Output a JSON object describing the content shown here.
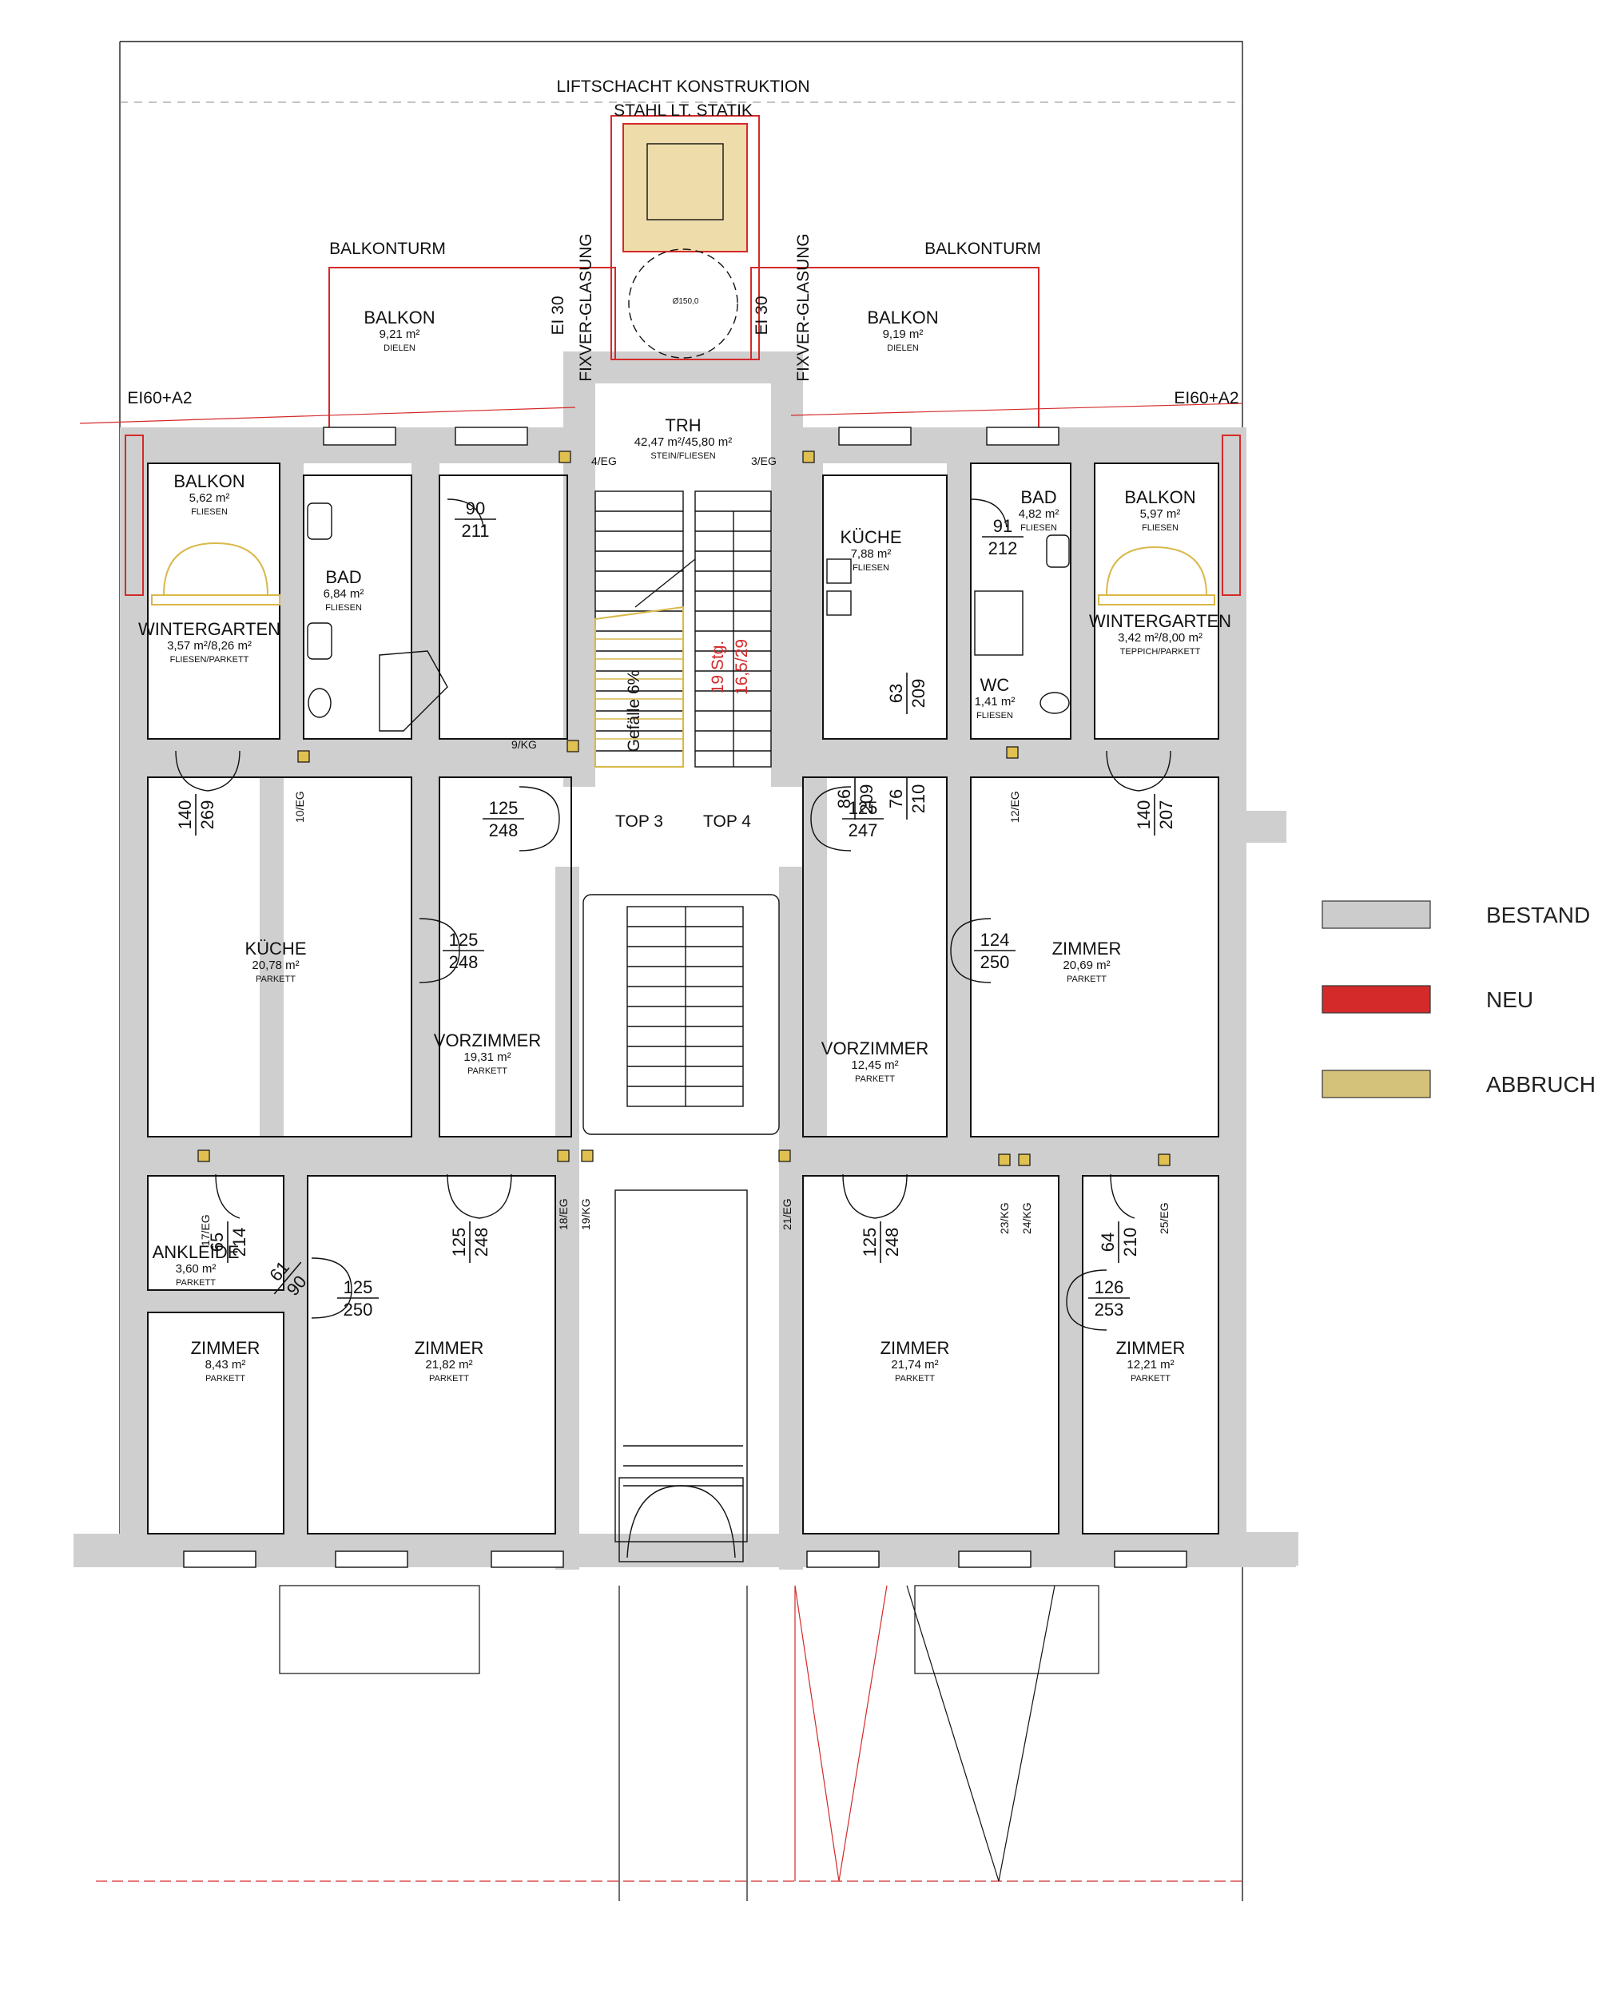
{
  "annotations": {
    "lift_line1": "LIFTSCHACHT KONSTRUKTION",
    "lift_line2": "STAHL LT. STATIK",
    "balkonturm_left": "BALKONTURM",
    "balkonturm_right": "BALKONTURM",
    "ei60_left": "EI60+A2",
    "ei60_right": "EI60+A2",
    "ei30_left": "EI 30",
    "ei30_right": "EI 30",
    "fixverglasung_left": "FIXVER-GLASUNG",
    "fixverglasung_right": "FIXVER-GLASUNG",
    "stairs_count": "19 Stg.",
    "stairs_dims": "16,5/29",
    "gefaelle": "Gefälle 6%",
    "top3": "TOP 3",
    "top4": "TOP 4",
    "lift_diameter": "Ø150,0"
  },
  "rooms": [
    {
      "id": "balkon-top-left",
      "name": "BALKON",
      "area": "9,21 m²",
      "material": "DIELEN"
    },
    {
      "id": "balkon-top-right",
      "name": "BALKON",
      "area": "9,19 m²",
      "material": "DIELEN"
    },
    {
      "id": "trh",
      "name": "TRH",
      "area": "42,47 m²/45,80 m²",
      "material": "STEIN/FLIESEN"
    },
    {
      "id": "balkon-left",
      "name": "BALKON",
      "area": "5,62 m²",
      "material": "FLIESEN"
    },
    {
      "id": "balkon-right",
      "name": "BALKON",
      "area": "5,97 m²",
      "material": "FLIESEN"
    },
    {
      "id": "wintergarten-left",
      "name": "WINTERGARTEN",
      "area": "3,57 m²/8,26 m²",
      "material": "FLIESEN/PARKETT"
    },
    {
      "id": "wintergarten-right",
      "name": "WINTERGARTEN",
      "area": "3,42 m²/8,00 m²",
      "material": "TEPPICH/PARKETT"
    },
    {
      "id": "bad-left",
      "name": "BAD",
      "area": "6,84 m²",
      "material": "FLIESEN"
    },
    {
      "id": "bad-right",
      "name": "BAD",
      "area": "4,82 m²",
      "material": "FLIESEN"
    },
    {
      "id": "kueche-right-small",
      "name": "KÜCHE",
      "area": "7,88 m²",
      "material": "FLIESEN"
    },
    {
      "id": "wc",
      "name": "WC",
      "area": "1,41 m²",
      "material": "FLIESEN"
    },
    {
      "id": "kueche-left",
      "name": "KÜCHE",
      "area": "20,78 m²",
      "material": "PARKETT"
    },
    {
      "id": "zimmer-right-top",
      "name": "ZIMMER",
      "area": "20,69 m²",
      "material": "PARKETT"
    },
    {
      "id": "vorzimmer-left",
      "name": "VORZIMMER",
      "area": "19,31 m²",
      "material": "PARKETT"
    },
    {
      "id": "vorzimmer-right",
      "name": "VORZIMMER",
      "area": "12,45 m²",
      "material": "PARKETT"
    },
    {
      "id": "ankleide",
      "name": "ANKLEIDE",
      "area": "3,60 m²",
      "material": "PARKETT"
    },
    {
      "id": "zimmer-1",
      "name": "ZIMMER",
      "area": "8,43 m²",
      "material": "PARKETT"
    },
    {
      "id": "zimmer-2",
      "name": "ZIMMER",
      "area": "21,82 m²",
      "material": "PARKETT"
    },
    {
      "id": "zimmer-3",
      "name": "ZIMMER",
      "area": "21,74 m²",
      "material": "PARKETT"
    },
    {
      "id": "zimmer-4",
      "name": "ZIMMER",
      "area": "12,21 m²",
      "material": "PARKETT"
    }
  ],
  "dims": [
    {
      "id": "d1",
      "w": "90",
      "h": "211"
    },
    {
      "id": "d2",
      "w": "91",
      "h": "212"
    },
    {
      "id": "d3",
      "w": "63",
      "h": "209"
    },
    {
      "id": "d4",
      "w": "140",
      "h": "269"
    },
    {
      "id": "d5",
      "w": "140",
      "h": "207"
    },
    {
      "id": "d6",
      "w": "125",
      "h": "248"
    },
    {
      "id": "d7",
      "w": "86",
      "h": "209"
    },
    {
      "id": "d8",
      "w": "125",
      "h": "247"
    },
    {
      "id": "d9",
      "w": "76",
      "h": "210"
    },
    {
      "id": "d10",
      "w": "125",
      "h": "248"
    },
    {
      "id": "d11",
      "w": "124",
      "h": "250"
    },
    {
      "id": "d12",
      "w": "65",
      "h": "214"
    },
    {
      "id": "d13",
      "w": "125",
      "h": "248"
    },
    {
      "id": "d14",
      "w": "125",
      "h": "250"
    },
    {
      "id": "d15",
      "w": "125",
      "h": "248"
    },
    {
      "id": "d16",
      "w": "64",
      "h": "210"
    },
    {
      "id": "d17",
      "w": "126",
      "h": "253"
    },
    {
      "id": "d18",
      "w": "61",
      "h": "90"
    }
  ],
  "shaft_tags": [
    "4/EG",
    "3/EG",
    "9/KG",
    "10/EG",
    "12/EG",
    "17/EG",
    "18/EG",
    "19/KG",
    "21/EG",
    "23/KG",
    "24/KG",
    "25/EG"
  ],
  "legend": [
    {
      "label": "BESTAND",
      "color": "#cccccc"
    },
    {
      "label": "NEU",
      "color": "#d42a2a"
    },
    {
      "label": "ABBRUCH",
      "color": "#d4c27a"
    }
  ],
  "colors": {
    "wall": "#cfcfcf",
    "new": "#d42a2a",
    "demolition": "#d4c27a",
    "ink": "#111111"
  }
}
